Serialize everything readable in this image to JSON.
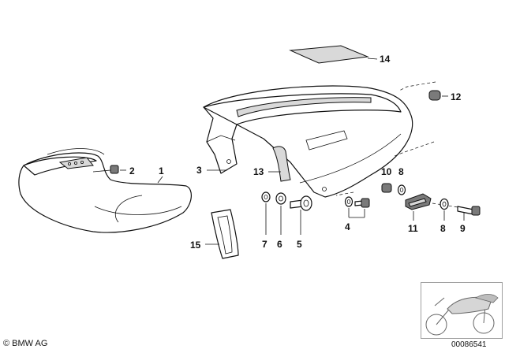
{
  "callouts": {
    "c1": "1",
    "c2": "2",
    "c3": "3",
    "c4": "4",
    "c5": "5",
    "c6": "6",
    "c7": "7",
    "c8a": "8",
    "c8b": "8",
    "c9": "9",
    "c10": "10",
    "c11": "11",
    "c12": "12",
    "c13": "13",
    "c14": "14",
    "c15": "15"
  },
  "footer": {
    "copyright": "© BMW AG",
    "doc_number": "00086541"
  }
}
